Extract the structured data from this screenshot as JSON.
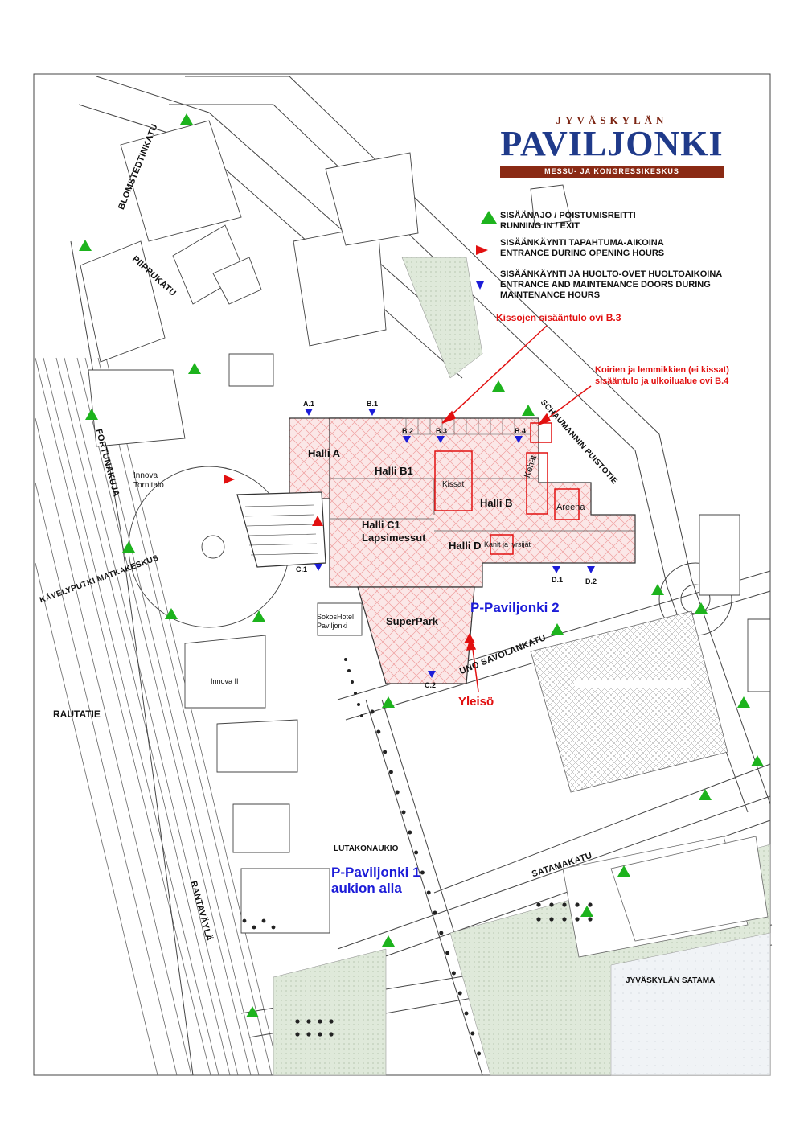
{
  "logo": {
    "top": "JYVÄSKYLÄN",
    "main": "PAVILJONKI",
    "band": "MESSU- JA KONGRESSIKESKUS"
  },
  "legend": {
    "drive": {
      "line1": "SISÄÄNAJO / POISTUMISREITTI",
      "line2": "RUNNING IN / EXIT",
      "color": "#1db31d"
    },
    "entrance": {
      "line1": "SISÄÄNKÄYNTI TAPAHTUMA-AIKOINA",
      "line2": "ENTRANCE DURING OPENING HOURS",
      "color": "#e21010"
    },
    "maintenance": {
      "line1": "SISÄÄNKÄYNTI JA HUOLTO-OVET HUOLTOAIKOINA",
      "line2": "ENTRANCE AND MAINTENANCE DOORS DURING",
      "line3": "MAINTENANCE HOURS",
      "color": "#1c1cd8"
    }
  },
  "annotations": {
    "cats": "Kissojen sisääntulo ovi B.3",
    "dogs_line1": "Koirien ja lemmikkien (ei kissat)",
    "dogs_line2": "sisääntulo ja ulkoilualue ovi B.4",
    "public": "Yleisö"
  },
  "halls": {
    "a": "Halli A",
    "b1": "Halli B1",
    "b": "Halli B",
    "c1_line1": "Halli C1",
    "c1_line2": "Lapsimessut",
    "d": "Halli D",
    "superpark": "SuperPark"
  },
  "areas": {
    "kissat": "Kissat",
    "kehat": "Kehät",
    "areena": "Areena",
    "kanit": "Kanit ja jyrsijät"
  },
  "doors": {
    "a1": "A.1",
    "b1": "B.1",
    "b2": "B.2",
    "b3": "B.3",
    "b4": "B.4",
    "c1": "C.1",
    "c2": "C.2",
    "d1": "D.1",
    "d2": "D.2"
  },
  "parking": {
    "p2": "P-Paviljonki 2",
    "p1_line1": "P-Paviljonki 1",
    "p1_line2": "aukion alla"
  },
  "buildings": {
    "innova_tornitalo_1": "Innova",
    "innova_tornitalo_2": "Tornitalo",
    "sokos_1": "SokosHotel",
    "sokos_2": "Paviljonki",
    "innova2": "Innova II"
  },
  "streets": {
    "blomstedtinkatu": "BLOMSTEDTINKATU",
    "piippukatu": "PIIPPUKATU",
    "fortunakuja": "FORTUNAKUJA",
    "kavelyputki": "KÄVELYPUTKI MATKAKESKUS",
    "rautatie": "RAUTATIE",
    "rantavayla": "RANTAVÄYLÄ",
    "schaumannin": "SCHAUMANNIN PUISTOTIE",
    "uno": "UNO SAVOLANKATU",
    "satamakatu": "SATAMAKATU",
    "lutakonaukio": "LUTAKONAUKIO",
    "satama": "JYVÄSKYLÄN SATAMA"
  }
}
